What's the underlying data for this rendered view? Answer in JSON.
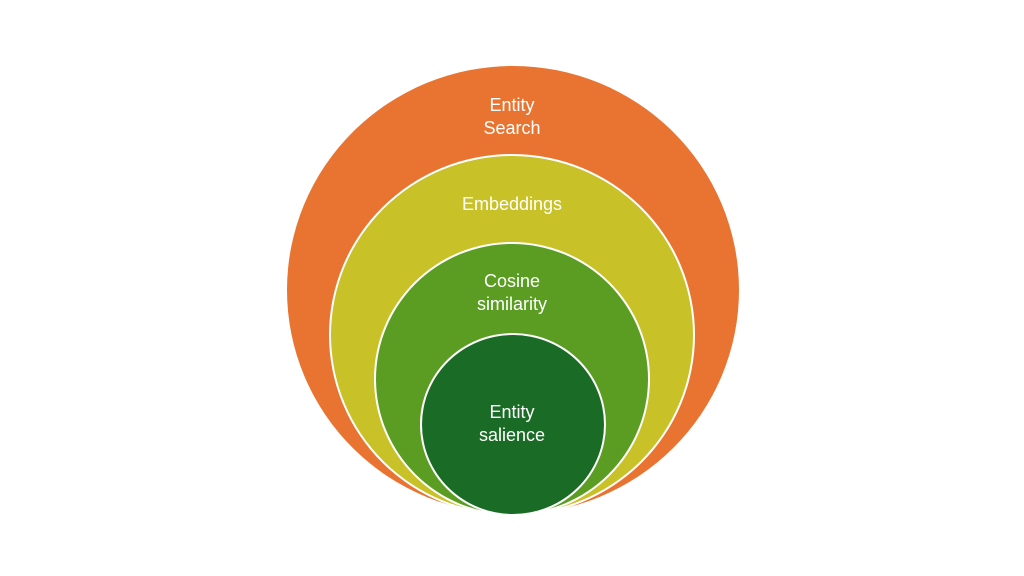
{
  "diagram": {
    "rings": [
      {
        "label": "Entity\nSearch",
        "color": "#E97432"
      },
      {
        "label": "Embeddings",
        "color": "#C8C127"
      },
      {
        "label": "Cosine\nsimilarity",
        "color": "#5A9D22"
      },
      {
        "label": "Entity\nsalience",
        "color": "#1A6B25"
      }
    ]
  }
}
